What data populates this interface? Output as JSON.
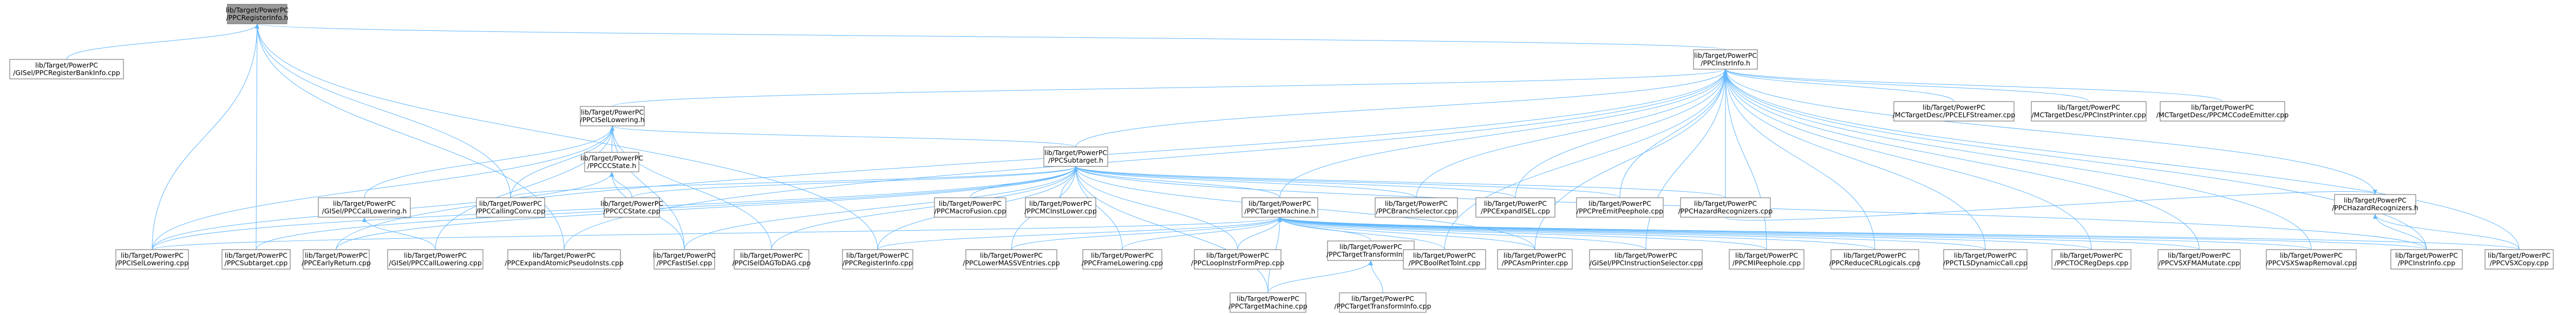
{
  "nodes": {
    "reginfo_h": [
      "lib/Target/PowerPC",
      "/PPCRegisterInfo.h"
    ],
    "gisel_regbank": [
      "lib/Target/PowerPC",
      "/GISel/PPCRegisterBankInfo.cpp"
    ],
    "instrinfo_h": [
      "lib/Target/PowerPC",
      "/PPCInstrInfo.h"
    ],
    "isellowering_h": [
      "lib/Target/PowerPC",
      "/PPCISelLowering.h"
    ],
    "elfstreamer": [
      "lib/Target/PowerPC",
      "/MCTargetDesc/PPCELFStreamer.cpp"
    ],
    "instprinter": [
      "lib/Target/PowerPC",
      "/MCTargetDesc/PPCInstPrinter.cpp"
    ],
    "mccodeemitter": [
      "lib/Target/PowerPC",
      "/MCTargetDesc/PPCMCCodeEmitter.cpp"
    ],
    "hazardrec_h": [
      "lib/Target/PowerPC",
      "/PPCHazardRecognizers.h"
    ],
    "ccstate_h": [
      "lib/Target/PowerPC",
      "/PPCCCState.h"
    ],
    "subtarget_h": [
      "lib/Target/PowerPC",
      "/PPCSubtarget.h"
    ],
    "gisel_calllowering_h": [
      "lib/Target/PowerPC",
      "/GISel/PPCCallLowering.h"
    ],
    "callingconv": [
      "lib/Target/PowerPC",
      "/PPCCallingConv.cpp"
    ],
    "ccstate_cpp": [
      "lib/Target/PowerPC",
      "/PPCCCState.cpp"
    ],
    "macrofusion": [
      "lib/Target/PowerPC",
      "/PPCMacroFusion.cpp"
    ],
    "mcinstlower": [
      "lib/Target/PowerPC",
      "/PPCMCInstLower.cpp"
    ],
    "targetmachine_h": [
      "lib/Target/PowerPC",
      "/PPCTargetMachine.h"
    ],
    "branchselector": [
      "lib/Target/PowerPC",
      "/PPCBranchSelector.cpp"
    ],
    "expandisel": [
      "lib/Target/PowerPC",
      "/PPCExpandISEL.cpp"
    ],
    "preemitpeephole": [
      "lib/Target/PowerPC",
      "/PPCPreEmitPeephole.cpp"
    ],
    "hazardrec_cpp": [
      "lib/Target/PowerPC",
      "/PPCHazardRecognizers.cpp"
    ],
    "isellowering_cpp": [
      "lib/Target/PowerPC",
      "/PPCISelLowering.cpp"
    ],
    "subtarget_cpp": [
      "lib/Target/PowerPC",
      "/PPCSubtarget.cpp"
    ],
    "earlyreturn": [
      "lib/Target/PowerPC",
      "/PPCEarlyReturn.cpp"
    ],
    "gisel_calllowering_cpp": [
      "lib/Target/PowerPC",
      "/GISel/PPCCallLowering.cpp"
    ],
    "expandatomic": [
      "lib/Target/PowerPC",
      "/PPCExpandAtomicPseudoInsts.cpp"
    ],
    "fastisel": [
      "lib/Target/PowerPC",
      "/PPCFastISel.cpp"
    ],
    "iseldagtodag": [
      "lib/Target/PowerPC",
      "/PPCISelDAGToDAG.cpp"
    ],
    "reginfo_cpp": [
      "lib/Target/PowerPC",
      "/PPCRegisterInfo.cpp"
    ],
    "lowermass": [
      "lib/Target/PowerPC",
      "/PPCLowerMASSVEntries.cpp"
    ],
    "framelowering": [
      "lib/Target/PowerPC",
      "/PPCFrameLowering.cpp"
    ],
    "loopinstrform": [
      "lib/Target/PowerPC",
      "/PPCLoopInstrFormPrep.cpp"
    ],
    "targettransform_h": [
      "lib/Target/PowerPC",
      "/PPCTargetTransformInfo.h"
    ],
    "boolrettoint": [
      "lib/Target/PowerPC",
      "/PPCBoolRetToInt.cpp"
    ],
    "asmprinter": [
      "lib/Target/PowerPC",
      "/PPCAsmPrinter.cpp"
    ],
    "gisel_instrsel": [
      "lib/Target/PowerPC",
      "/GISel/PPCInstructionSelector.cpp"
    ],
    "mipeephole": [
      "lib/Target/PowerPC",
      "/PPCMIPeephole.cpp"
    ],
    "reducecrlogicals": [
      "lib/Target/PowerPC",
      "/PPCReduceCRLogicals.cpp"
    ],
    "tlsdynamiccall": [
      "lib/Target/PowerPC",
      "/PPCTLSDynamicCall.cpp"
    ],
    "tocregdeps": [
      "lib/Target/PowerPC",
      "/PPCTOCRegDeps.cpp"
    ],
    "vsxfmamutate": [
      "lib/Target/PowerPC",
      "/PPCVSXFMAMutate.cpp"
    ],
    "vsxswapremoval": [
      "lib/Target/PowerPC",
      "/PPCVSXSwapRemoval.cpp"
    ],
    "instrinfo_cpp": [
      "lib/Target/PowerPC",
      "/PPCInstrInfo.cpp"
    ],
    "vsxcopy": [
      "lib/Target/PowerPC",
      "/PPCVSXCopy.cpp"
    ],
    "targetmachine_cpp": [
      "lib/Target/PowerPC",
      "/PPCTargetMachine.cpp"
    ],
    "targettransform_cpp": [
      "lib/Target/PowerPC",
      "/PPCTargetTransformInfo.cpp"
    ]
  },
  "edges": [
    [
      "reginfo_h",
      "gisel_regbank"
    ],
    [
      "reginfo_h",
      "instrinfo_h"
    ],
    [
      "reginfo_h",
      "isellowering_cpp"
    ],
    [
      "reginfo_h",
      "subtarget_cpp"
    ],
    [
      "reginfo_h",
      "callingconv"
    ],
    [
      "reginfo_h",
      "reginfo_cpp"
    ],
    [
      "reginfo_h",
      "expandatomic"
    ],
    [
      "instrinfo_h",
      "isellowering_h"
    ],
    [
      "instrinfo_h",
      "elfstreamer"
    ],
    [
      "instrinfo_h",
      "instprinter"
    ],
    [
      "instrinfo_h",
      "mccodeemitter"
    ],
    [
      "instrinfo_h",
      "hazardrec_h"
    ],
    [
      "instrinfo_h",
      "subtarget_h"
    ],
    [
      "instrinfo_h",
      "targetmachine_h"
    ],
    [
      "instrinfo_h",
      "branchselector"
    ],
    [
      "instrinfo_h",
      "expandisel"
    ],
    [
      "instrinfo_h",
      "preemitpeephole"
    ],
    [
      "instrinfo_h",
      "hazardrec_cpp"
    ],
    [
      "instrinfo_h",
      "instrinfo_cpp"
    ],
    [
      "instrinfo_h",
      "vsxcopy"
    ],
    [
      "instrinfo_h",
      "vsxswapremoval"
    ],
    [
      "instrinfo_h",
      "vsxfmamutate"
    ],
    [
      "instrinfo_h",
      "tocregdeps"
    ],
    [
      "instrinfo_h",
      "tlsdynamiccall"
    ],
    [
      "instrinfo_h",
      "reducecrlogicals"
    ],
    [
      "instrinfo_h",
      "mipeephole"
    ],
    [
      "instrinfo_h",
      "gisel_instrsel"
    ],
    [
      "instrinfo_h",
      "asmprinter"
    ],
    [
      "instrinfo_h",
      "boolrettoint"
    ],
    [
      "instrinfo_h",
      "earlyreturn"
    ],
    [
      "instrinfo_h",
      "expandatomic"
    ],
    [
      "isellowering_h",
      "ccstate_h"
    ],
    [
      "isellowering_h",
      "gisel_calllowering_h"
    ],
    [
      "isellowering_h",
      "subtarget_h"
    ],
    [
      "isellowering_h",
      "isellowering_cpp"
    ],
    [
      "isellowering_h",
      "callingconv"
    ],
    [
      "isellowering_h",
      "fastisel"
    ],
    [
      "isellowering_h",
      "iseldagtodag"
    ],
    [
      "isellowering_h",
      "gisel_calllowering_cpp"
    ],
    [
      "ccstate_h",
      "isellowering_cpp"
    ],
    [
      "ccstate_h",
      "ccstate_cpp"
    ],
    [
      "ccstate_h",
      "fastisel"
    ],
    [
      "gisel_calllowering_h",
      "gisel_calllowering_cpp"
    ],
    [
      "subtarget_h",
      "macrofusion"
    ],
    [
      "subtarget_h",
      "mcinstlower"
    ],
    [
      "subtarget_h",
      "targetmachine_h"
    ],
    [
      "subtarget_h",
      "branchselector"
    ],
    [
      "subtarget_h",
      "expandisel"
    ],
    [
      "subtarget_h",
      "preemitpeephole"
    ],
    [
      "subtarget_h",
      "hazardrec_cpp"
    ],
    [
      "subtarget_h",
      "isellowering_cpp"
    ],
    [
      "subtarget_h",
      "subtarget_cpp"
    ],
    [
      "subtarget_h",
      "earlyreturn"
    ],
    [
      "subtarget_h",
      "ccstate_cpp"
    ],
    [
      "subtarget_h",
      "callingconv"
    ],
    [
      "subtarget_h",
      "fastisel"
    ],
    [
      "subtarget_h",
      "iseldagtodag"
    ],
    [
      "subtarget_h",
      "reginfo_cpp"
    ],
    [
      "subtarget_h",
      "lowermass"
    ],
    [
      "subtarget_h",
      "framelowering"
    ],
    [
      "subtarget_h",
      "loopinstrform"
    ],
    [
      "subtarget_h",
      "targetmachine_cpp"
    ],
    [
      "subtarget_h",
      "instrinfo_cpp"
    ],
    [
      "subtarget_h",
      "asmprinter"
    ],
    [
      "hazardrec_h",
      "hazardrec_cpp"
    ],
    [
      "hazardrec_h",
      "instrinfo_cpp"
    ],
    [
      "hazardrec_h",
      "vsxcopy"
    ],
    [
      "targetmachine_h",
      "lowermass"
    ],
    [
      "targetmachine_h",
      "framelowering"
    ],
    [
      "targetmachine_h",
      "loopinstrform"
    ],
    [
      "targetmachine_h",
      "targettransform_h"
    ],
    [
      "targetmachine_h",
      "boolrettoint"
    ],
    [
      "targetmachine_h",
      "asmprinter"
    ],
    [
      "targetmachine_h",
      "gisel_instrsel"
    ],
    [
      "targetmachine_h",
      "mipeephole"
    ],
    [
      "targetmachine_h",
      "reducecrlogicals"
    ],
    [
      "targetmachine_h",
      "tlsdynamiccall"
    ],
    [
      "targetmachine_h",
      "tocregdeps"
    ],
    [
      "targetmachine_h",
      "vsxfmamutate"
    ],
    [
      "targetmachine_h",
      "vsxswapremoval"
    ],
    [
      "targetmachine_h",
      "instrinfo_cpp"
    ],
    [
      "targetmachine_h",
      "vsxcopy"
    ],
    [
      "targetmachine_h",
      "targetmachine_cpp"
    ],
    [
      "targetmachine_h",
      "reginfo_cpp"
    ],
    [
      "targetmachine_h",
      "isellowering_cpp"
    ],
    [
      "targettransform_h",
      "targetmachine_cpp"
    ],
    [
      "targettransform_h",
      "targettransform_cpp"
    ]
  ]
}
